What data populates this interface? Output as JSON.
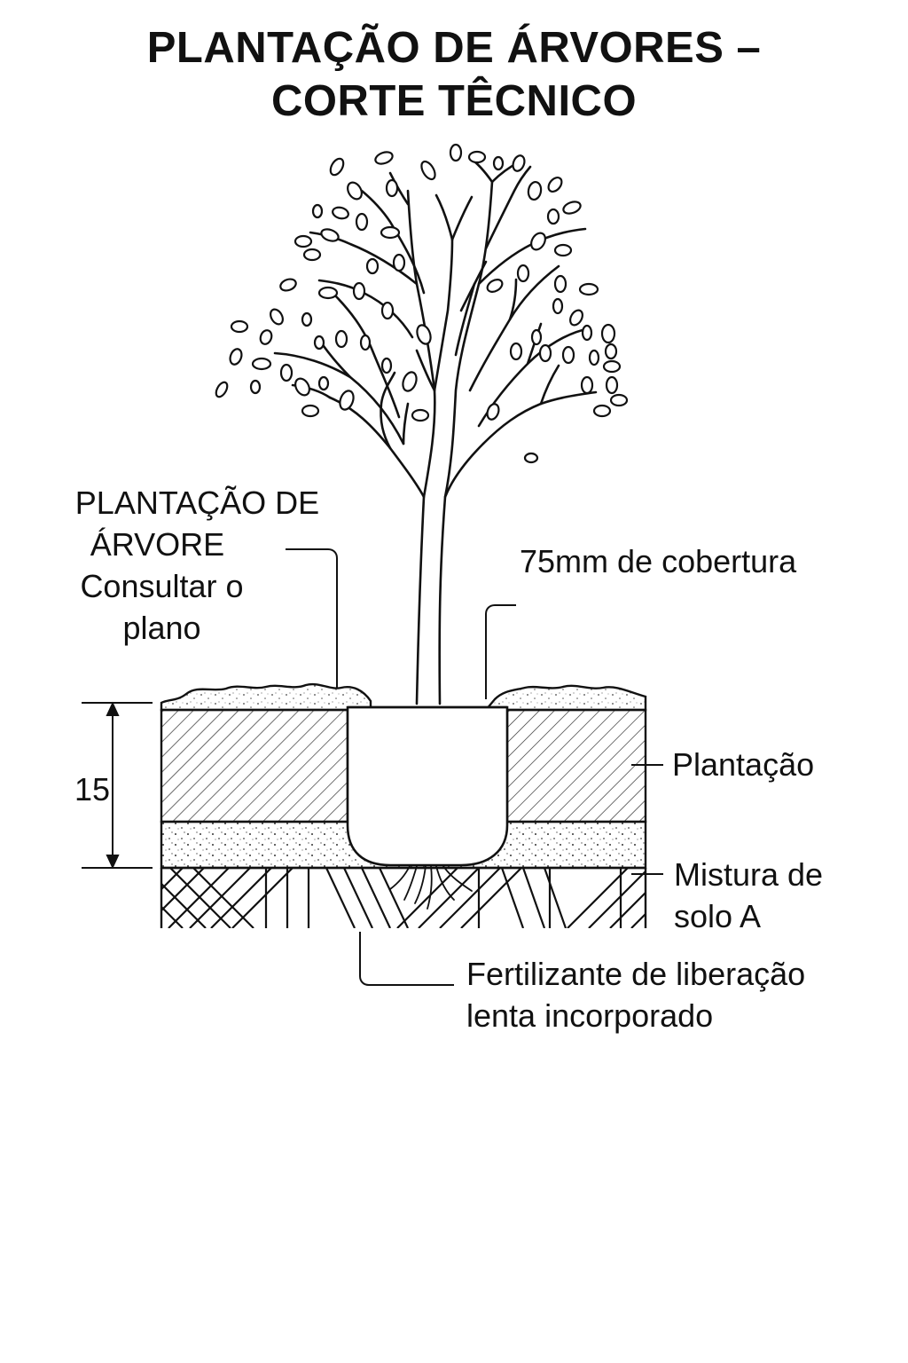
{
  "diagram": {
    "title": [
      "PLANTAÇÃO DE ÁRVORES –",
      "CORTE TÊCNICO"
    ],
    "labels": {
      "tree_planting": [
        "PLANTAÇÃO DE",
        "ÁRVORE",
        "Consultar o",
        "plano"
      ],
      "mulch": "75mm de cobertura",
      "planting": "Plantação",
      "soil_mix": [
        "Mistura de",
        "solo A"
      ],
      "fertilizer": [
        "Fertilizante de liberação",
        "lenta incorporado"
      ],
      "dimension": "15"
    },
    "icons": [
      "tree-illustration",
      "root-ball",
      "hatched-soil-layers"
    ],
    "colors": {
      "ink": "#111111",
      "background": "#ffffff"
    }
  }
}
